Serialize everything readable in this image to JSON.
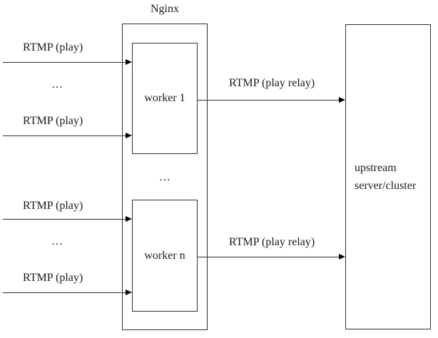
{
  "colors": {
    "background": "#ffffff",
    "border": "#2f2f2f",
    "arrow": "#000000",
    "text": "#1a1a1a"
  },
  "nginx": {
    "title": "Nginx",
    "worker1_label": "worker 1",
    "workern_label": "worker n",
    "workers_ellipsis": "…"
  },
  "upstream": {
    "line1": "upstream",
    "line2": "server/cluster"
  },
  "edges": {
    "play_label": "RTMP (play)",
    "relay_label": "RTMP (play relay)",
    "clients_ellipsis": "…"
  }
}
